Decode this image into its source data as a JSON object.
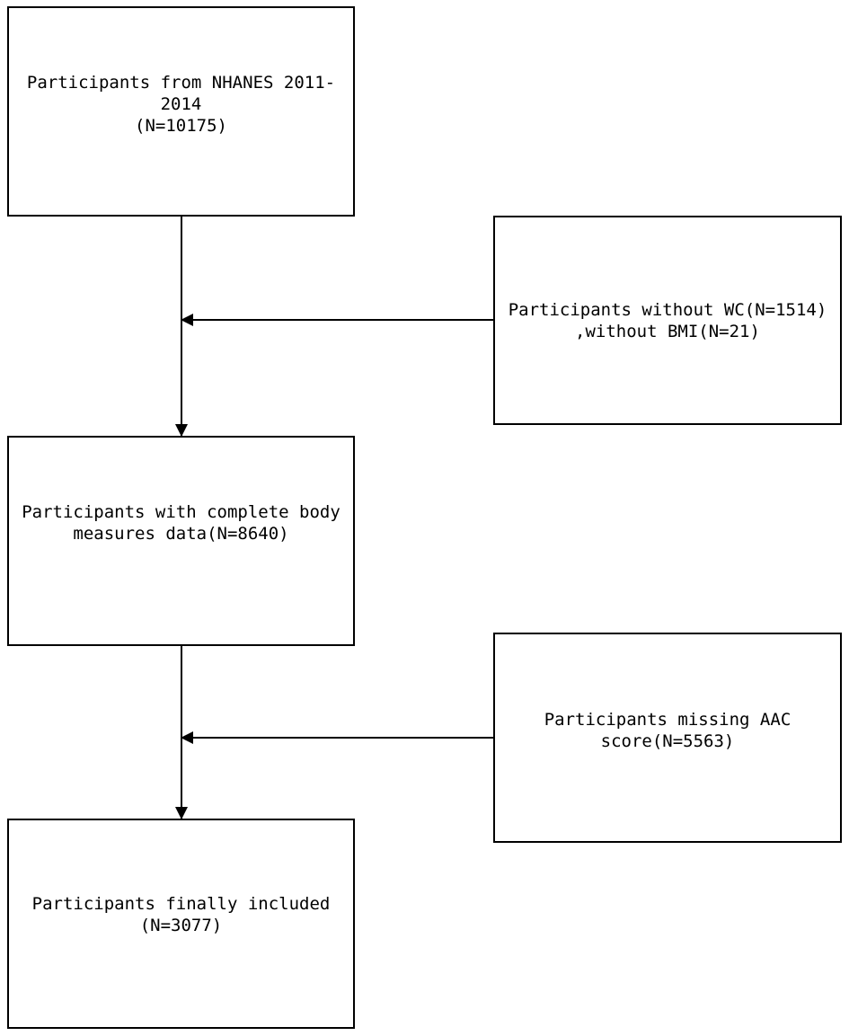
{
  "boxes": {
    "source": {
      "text": "Participants from NHANES 2011-\n2014\n(N=10175)"
    },
    "exclusion_body_measures": {
      "text": "Participants without WC(N=1514)\n,without BMI(N=21)"
    },
    "complete_body_measures": {
      "text": "Participants with complete body\nmeasures data(N=8640)"
    },
    "exclusion_aac": {
      "text": "Participants missing AAC\nscore(N=5563)"
    },
    "final": {
      "text": "Participants finally included\n(N=3077)"
    }
  },
  "colors": {
    "line": "#000000",
    "box_border": "#000000",
    "background": "#ffffff"
  }
}
